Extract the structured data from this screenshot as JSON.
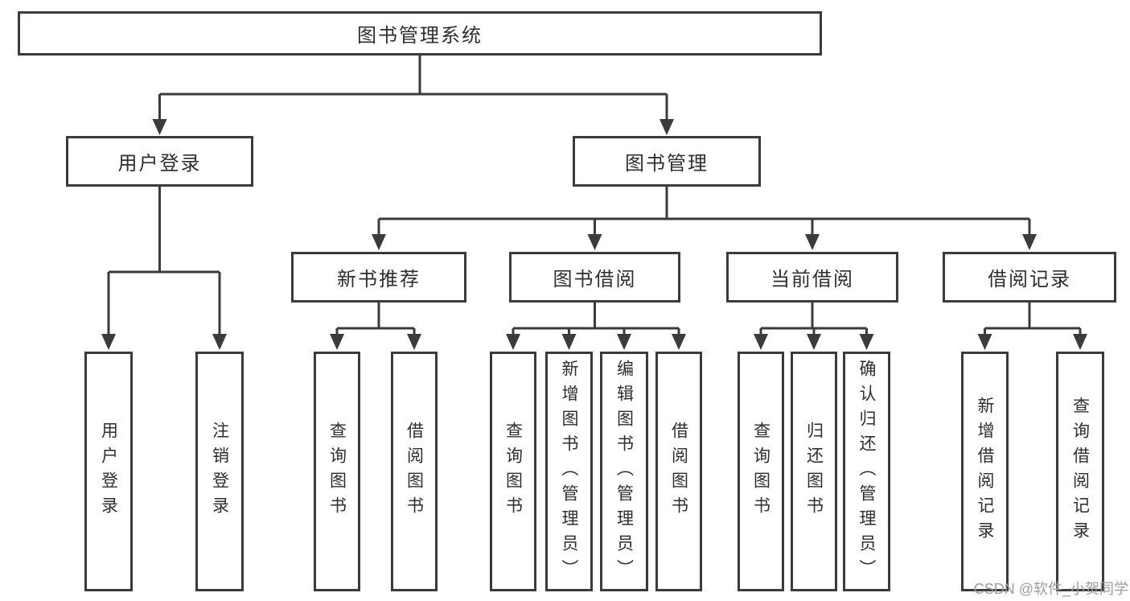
{
  "tree": {
    "label": "图书管理系统",
    "children": [
      {
        "label": "用户登录",
        "children": [
          {
            "label": "用户登录"
          },
          {
            "label": "注销登录"
          }
        ]
      },
      {
        "label": "图书管理",
        "children": [
          {
            "label": "新书推荐",
            "children": [
              {
                "label": "查询图书"
              },
              {
                "label": "借阅图书"
              }
            ]
          },
          {
            "label": "图书借阅",
            "children": [
              {
                "label": "查询图书"
              },
              {
                "label": "新增图书（管理员）"
              },
              {
                "label": "编辑图书（管理员）"
              },
              {
                "label": "借阅图书"
              }
            ]
          },
          {
            "label": "当前借阅",
            "children": [
              {
                "label": "查询图书"
              },
              {
                "label": "归还图书"
              },
              {
                "label": "确认归还（管理员）"
              }
            ]
          },
          {
            "label": "借阅记录",
            "children": [
              {
                "label": "新增借阅记录"
              },
              {
                "label": "查询借阅记录"
              }
            ]
          }
        ]
      }
    ]
  },
  "watermark": {
    "text": "CSDN @软件_小贺同学",
    "color": "#9c9c9c"
  },
  "colors": {
    "line": "#3b3b3b",
    "box_border": "#3b3b3b",
    "text": "#2e2e2e",
    "background": "#ffffff",
    "watermark": "#9c9c9c"
  }
}
